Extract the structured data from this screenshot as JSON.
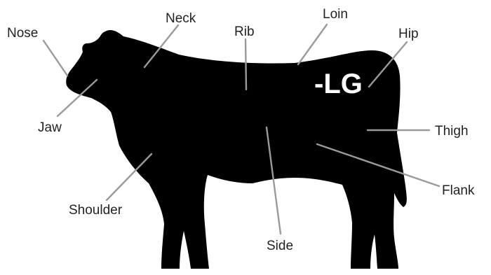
{
  "diagram": {
    "silhouette_color": "#000000",
    "brand_mark": "-LG",
    "parts": {
      "nose": "Nose",
      "neck": "Neck",
      "rib": "Rib",
      "loin": "Loin",
      "hip": "Hip",
      "jaw": "Jaw",
      "thigh": "Thigh",
      "flank": "Flank",
      "shoulder": "Shoulder",
      "side": "Side"
    }
  }
}
